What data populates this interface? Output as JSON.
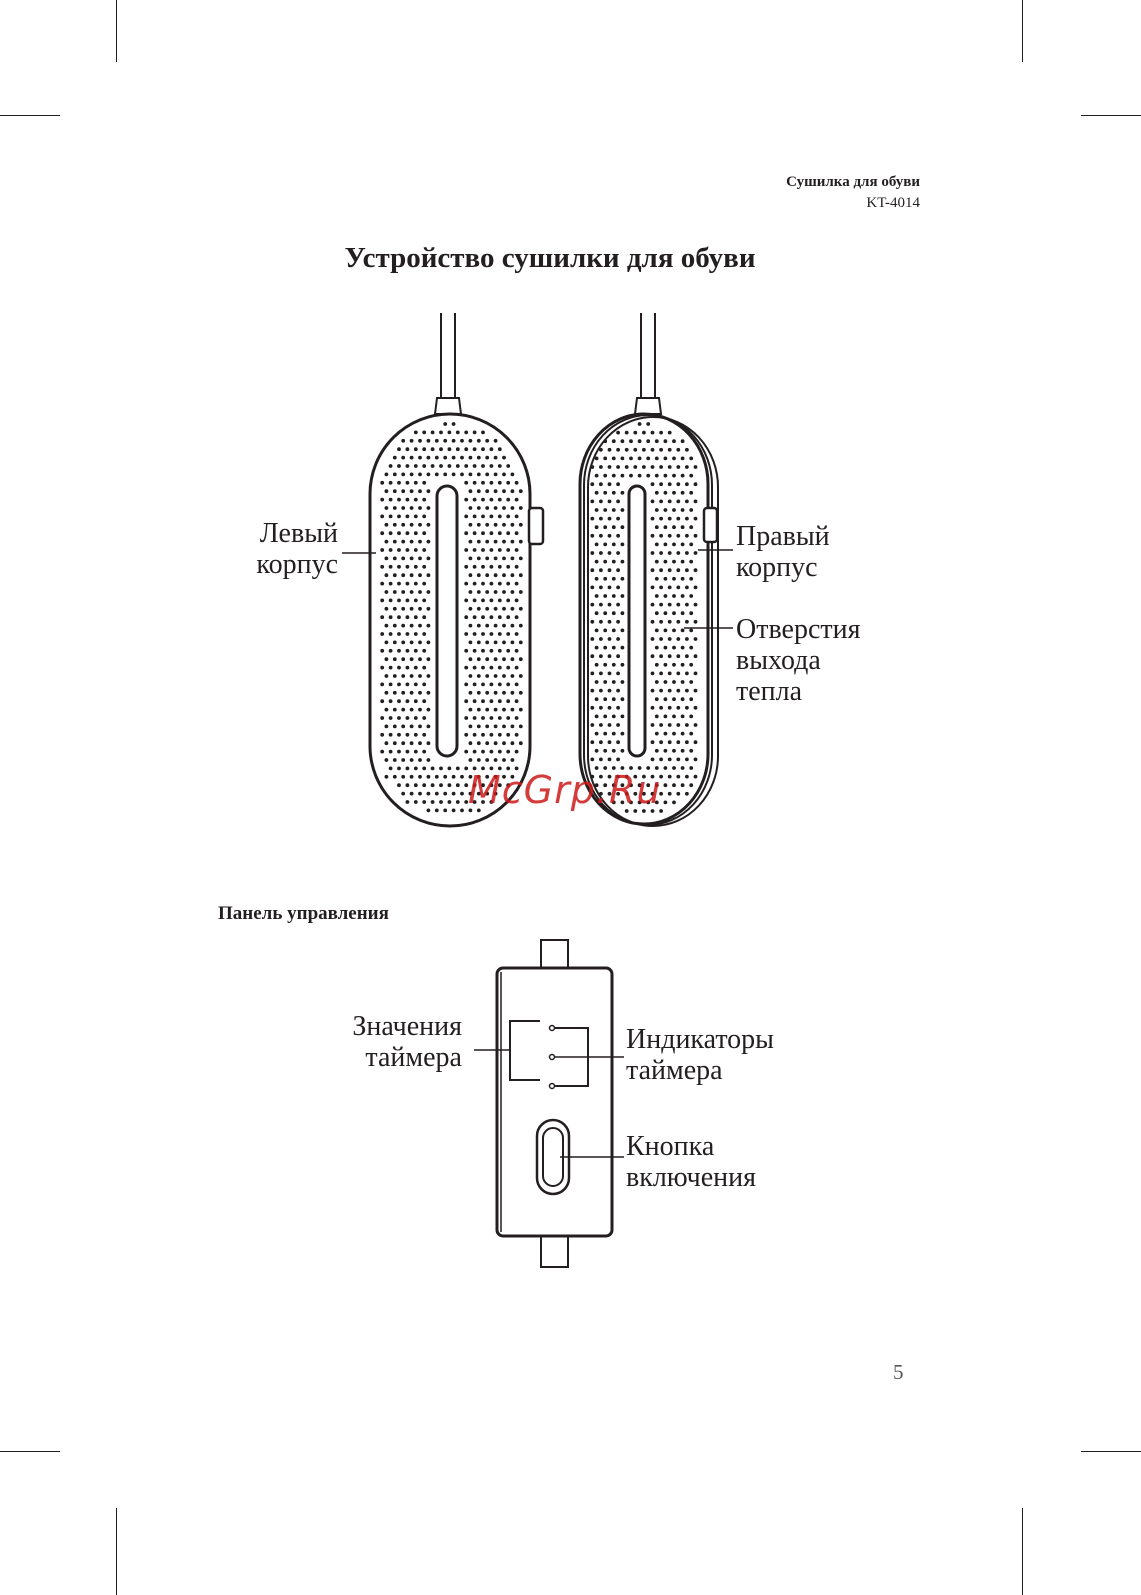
{
  "header": {
    "product_title": "Сушилка для обуви",
    "model": "KT-4014"
  },
  "main_title": "Устройство сушилки для обуви",
  "device_labels": {
    "left_body": [
      "Левый",
      "корпус"
    ],
    "right_body": [
      "Правый",
      "корпус"
    ],
    "heat_outlets": [
      "Отверстия",
      "выхода",
      "тепла"
    ]
  },
  "control_panel": {
    "title": "Панель управления",
    "timer_values": [
      "Значения",
      "таймера"
    ],
    "timer_indicators": [
      "Индикаторы",
      "таймера"
    ],
    "power_button": [
      "Кнопка",
      "включения"
    ]
  },
  "watermark": "McGrp.Ru",
  "page_number": "5"
}
